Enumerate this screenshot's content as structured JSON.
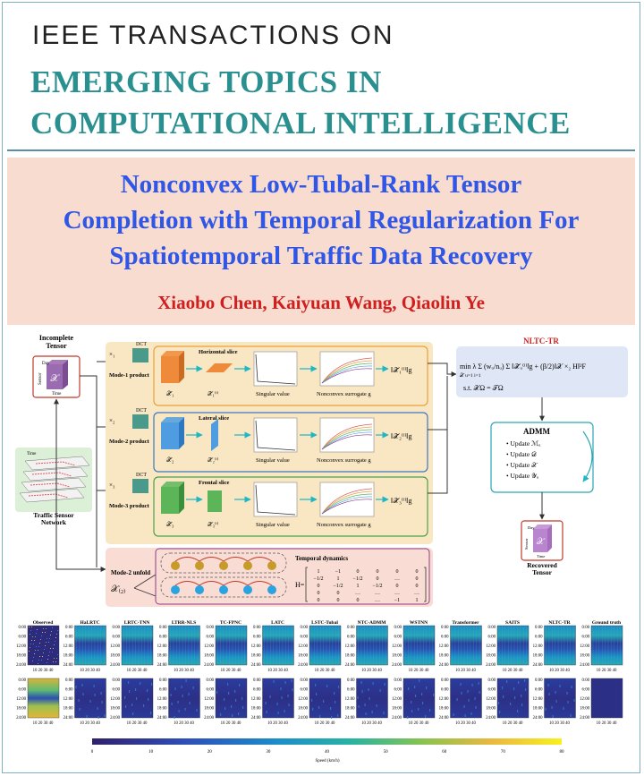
{
  "journal": {
    "line1": "IEEE TRANSACTIONS ON",
    "line2": "EMERGING TOPICS IN",
    "line3": "COMPUTATIONAL INTELLIGENCE"
  },
  "paper": {
    "title_lines": [
      "Nonconvex Low-Tubal-Rank Tensor",
      "Completion with Temporal Regularization For",
      "Spatiotemporal Traffic Data Recovery"
    ],
    "authors": "Xiaobo Chen, Kaiyuan Wang, Qiaolin Ye"
  },
  "figure": {
    "incomplete_tensor": "Incomplete\nTensor",
    "tensor_symbol": "𝒳",
    "axis_day": "Day",
    "axis_sensor": "Sensor",
    "axis_time": "Time",
    "network_label": "Traffic Sensor\nNetwork",
    "network_time": "Time",
    "dct": "DCT",
    "modes": [
      {
        "op": "×₁",
        "product": "Mode-1 product",
        "slice": "Horizontal slice",
        "tensor": "𝒳̃₁",
        "slice_sym": "𝒳̃₁⁽ⁱ⁾",
        "norm": "‖𝒳̃₁⁽ⁱ⁾‖g",
        "sv": "Singular value",
        "ns": "Nonconvex surrogate  g"
      },
      {
        "op": "×₂",
        "product": "Mode-2 product",
        "slice": "Lateral slice",
        "tensor": "𝒳̃₂",
        "slice_sym": "𝒳̃₂⁽ⁱ⁾",
        "norm": "‖𝒳̃₂⁽ⁱ⁾‖g",
        "sv": "Singular value",
        "ns": "Nonconvex surrogate  g"
      },
      {
        "op": "×₃",
        "product": "Mode-3 product",
        "slice": "Frontal slice",
        "tensor": "𝒳̃₃",
        "slice_sym": "𝒳̃₃⁽ⁱ⁾",
        "norm": "‖𝒳̃₃⁽ⁱ⁾‖g",
        "sv": "Singular value",
        "ns": "Nonconvex surrogate  g"
      }
    ],
    "unfold_label": "Mode-2 unfold",
    "unfold_symbol": "𝒳₍₂₎",
    "temporal_title": "Temporal dynamics",
    "H_label": "H=",
    "H_rows": [
      [
        "1",
        "−1",
        "0",
        "0",
        "0",
        "0"
      ],
      [
        "−1/2",
        "1",
        "−1/2",
        "0",
        "…",
        "0"
      ],
      [
        "0",
        "−1/2",
        "1",
        "−1/2",
        "0",
        "0"
      ],
      [
        "0",
        "0",
        "…",
        "…",
        "…",
        "…"
      ],
      [
        "0",
        "0",
        "0",
        "…",
        "−1",
        "1"
      ]
    ],
    "nltc_title": "NLTC-TR",
    "objective": "min  λ Σ (wᵤ/nᵤ) Σ ‖𝒳̃ᵤ⁽ⁱ⁾‖g + (β/2)‖𝒳 ×₂ H‖²F",
    "objective_sub": "𝒳     u=1      i=1",
    "constraint": "s.t.  𝒳Ω = 𝒯Ω",
    "admm_title": "ADMM",
    "admm_steps": [
      "Update ℳᵤ",
      "Update 𝒟",
      "Update 𝒳",
      "Update 𝒴ᵤ"
    ],
    "recovered": "Recovered\nTensor",
    "methods": [
      "Observed",
      "HaLRTC",
      "LRTC-TNN",
      "LTRR-NLS",
      "TC-FPNC",
      "LATC",
      "LSTC-Tubal",
      "NTC-ADMM",
      "WSTNN",
      "Transformer",
      "SAITS",
      "NLTC-TR",
      "Ground truth"
    ],
    "y_ticks": [
      "0:00",
      "6:00",
      "12:00",
      "18:00",
      "24:00"
    ],
    "x_ticks": "10  20  30  40",
    "colorbar_ticks": [
      "0",
      "10",
      "20",
      "30",
      "40",
      "50",
      "60",
      "70",
      "80"
    ],
    "colorbar_label": "Speed (km/h)"
  }
}
